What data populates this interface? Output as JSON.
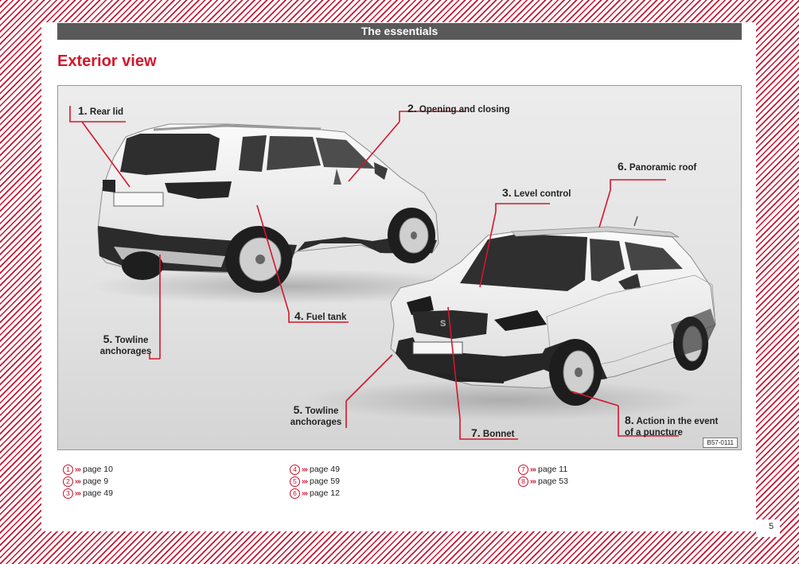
{
  "header": {
    "section_title": "The essentials"
  },
  "page": {
    "title": "Exterior view",
    "number": "5"
  },
  "figure": {
    "code": "B57-0111",
    "labels": [
      {
        "num": "1.",
        "text": "Rear lid"
      },
      {
        "num": "2.",
        "text": "Opening and closing"
      },
      {
        "num": "3.",
        "text": "Level control"
      },
      {
        "num": "4.",
        "text": "Fuel tank"
      },
      {
        "num": "5.",
        "line1": "Towline",
        "line2": "anchorages"
      },
      {
        "num": "5.",
        "line1": "Towline",
        "line2": "anchorages"
      },
      {
        "num": "6.",
        "text": "Panoramic roof"
      },
      {
        "num": "7.",
        "text": "Bonnet"
      },
      {
        "num": "8.",
        "line1": "Action in the event",
        "line2": "of a puncture"
      }
    ]
  },
  "references": {
    "arrow_glyph": "›››",
    "columns": [
      [
        {
          "num": "1",
          "text": "page 10"
        },
        {
          "num": "2",
          "text": "page 9"
        },
        {
          "num": "3",
          "text": "page 49"
        }
      ],
      [
        {
          "num": "4",
          "text": "page 49"
        },
        {
          "num": "5",
          "text": "page 59"
        },
        {
          "num": "6",
          "text": "page 12"
        }
      ],
      [
        {
          "num": "7",
          "text": "page 11"
        },
        {
          "num": "8",
          "text": "page 53"
        }
      ]
    ]
  },
  "colors": {
    "accent": "#d4162c",
    "header_bar": "#595959",
    "stripes": "#c8102e"
  }
}
